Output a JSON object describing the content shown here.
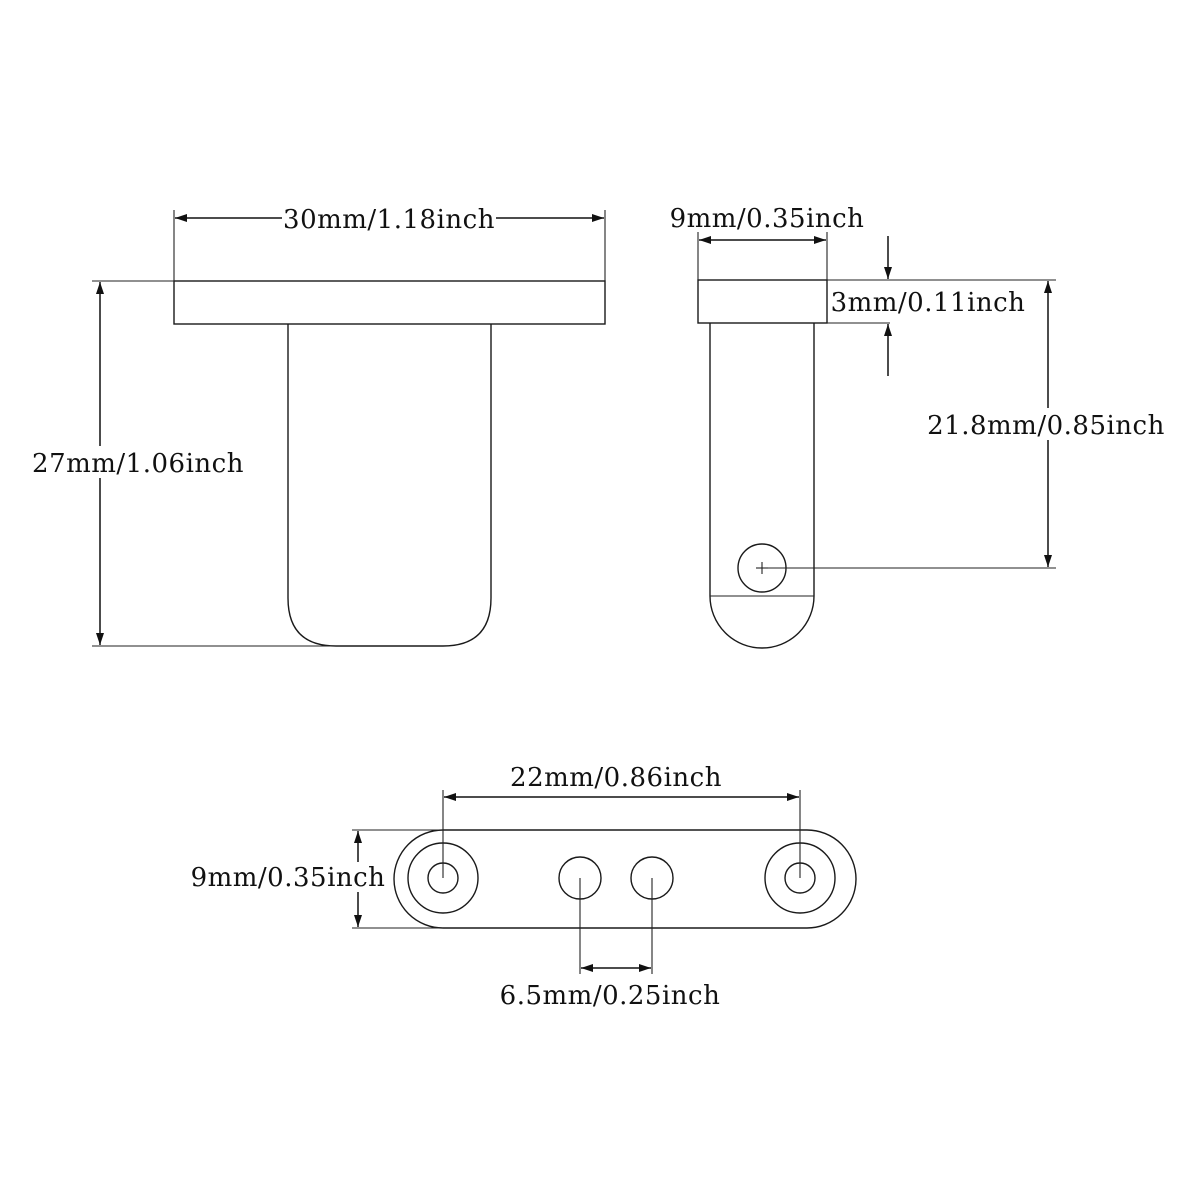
{
  "front_view": {
    "width_label": "30mm/1.18inch",
    "height_label": "27mm/1.06inch"
  },
  "side_view": {
    "width_label": "9mm/0.35inch",
    "head_thickness_label": "3mm/0.11inch",
    "hole_distance_label": "21.8mm/0.85inch"
  },
  "plate_view": {
    "hole_spacing_label": "22mm/0.86inch",
    "plate_height_label": "9mm/0.35inch",
    "center_hole_spacing_label": "6.5mm/0.25inch"
  }
}
